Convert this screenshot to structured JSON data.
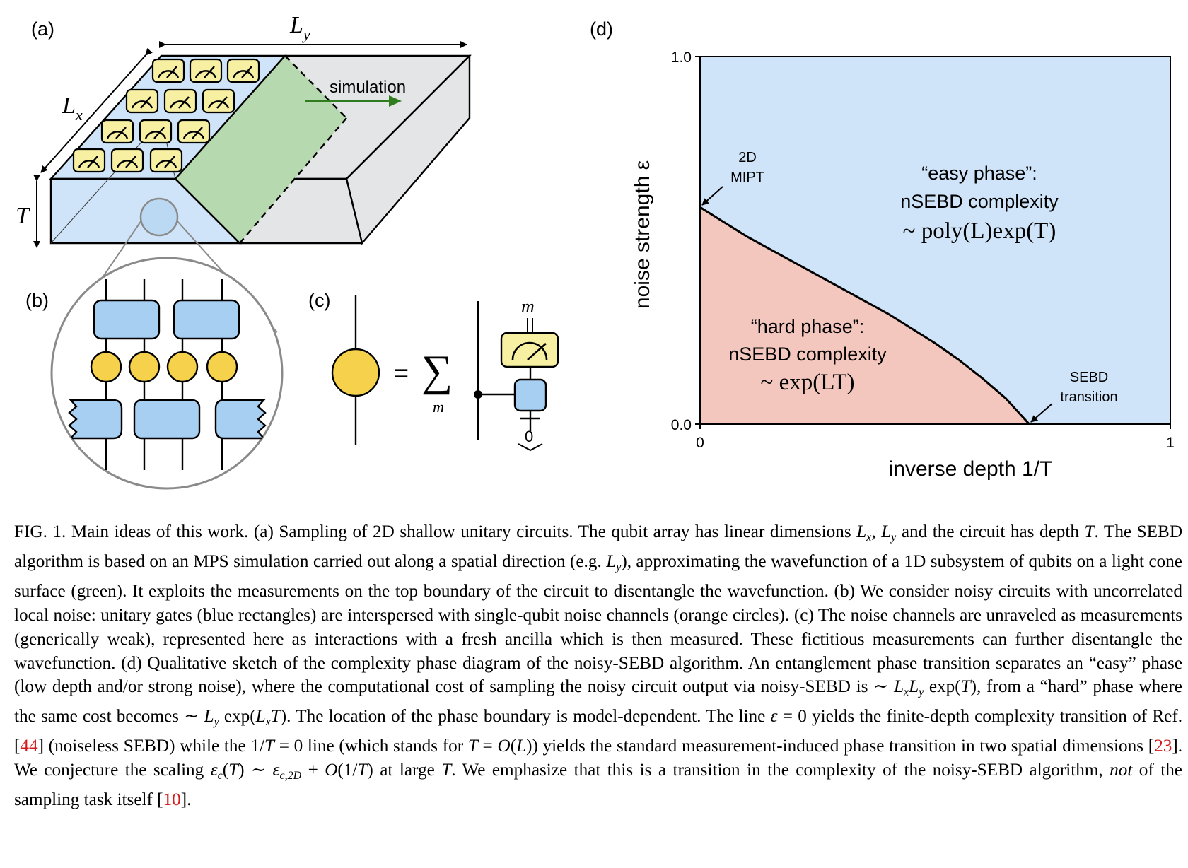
{
  "panels": {
    "a": {
      "label": "(a)",
      "dim_x": "L",
      "dim_x_sub": "x",
      "dim_y": "L",
      "dim_y_sub": "y",
      "dim_t": "T",
      "arrow_label": "simulation"
    },
    "b": {
      "label": "(b)"
    },
    "c": {
      "label": "(c)",
      "equals": "=",
      "sum": "∑",
      "sum_index": "m",
      "meas_label": "m",
      "ancilla_state": "0"
    },
    "d": {
      "label": "(d)",
      "hard_title": "“hard phase”:",
      "hard_line2": "nSEBD complexity",
      "hard_formula": "~ exp(LT)",
      "easy_title": "“easy phase”:",
      "easy_line2": "nSEBD complexity",
      "easy_formula": "~ poly(L)exp(T)",
      "mipt_line1": "2D",
      "mipt_line2": "MIPT",
      "sebd_line1": "SEBD",
      "sebd_line2": "transition"
    }
  },
  "chart_data": {
    "type": "area",
    "xlabel": "inverse depth 1/T",
    "ylabel": "noise strength ε",
    "xlim": [
      0,
      1
    ],
    "ylim": [
      0,
      1
    ],
    "xticks": [
      "0",
      "1"
    ],
    "yticks": [
      "0.0",
      "1.0"
    ],
    "boundary": {
      "x": [
        0,
        0.1,
        0.2,
        0.3,
        0.4,
        0.5,
        0.55,
        0.6,
        0.65,
        0.7
      ],
      "y": [
        0.59,
        0.51,
        0.44,
        0.37,
        0.3,
        0.22,
        0.175,
        0.125,
        0.07,
        0
      ]
    },
    "regions": [
      {
        "name": "hard",
        "color": "#f4c7be"
      },
      {
        "name": "easy",
        "color": "#cfe4f9"
      }
    ],
    "grid": false
  },
  "colors": {
    "easy": "#cfe4f9",
    "hard": "#f4c7be",
    "green": "#b7d9af",
    "box_side": "#e3e5e7",
    "gate": "#a7cff2",
    "noise": "#f6d24c",
    "meter": "#f7f0a2",
    "arrow": "#2f7d1f"
  },
  "caption": {
    "t1": "FIG. 1. Main ideas of this work. (a) Sampling of 2D shallow unitary circuits. The qubit array has linear dimensions ",
    "t2": ", ",
    "t3": " and the circuit has depth ",
    "t4": ". The SEBD algorithm is based on an MPS simulation carried out along a spatial direction (e.g. ",
    "t5": "), approximating the wavefunction of a 1D subsystem of qubits on a light cone surface (green). It exploits the measurements on the top boundary of the circuit to disentangle the wavefunction. (b) We consider noisy circuits with uncorrelated local noise: unitary gates (blue rectangles) are interspersed with single-qubit noise channels (orange circles). (c) The noise channels are unraveled as measurements (generically weak), represented here as interactions with a fresh ancilla which is then measured. These fictitious measurements can further disentangle the wavefunction. (d) Qualitative sketch of the complexity phase diagram of the noisy-SEBD algorithm. An entanglement phase transition separates an “easy” phase (low depth and/or strong noise), where the computational cost of sampling the noisy circuit output via noisy-SEBD is ∼ ",
    "t6": " exp(",
    "t7": "), from a “hard” phase where the same cost becomes ∼ ",
    "t8": " exp(",
    "t9": "). The location of the phase boundary is model-dependent. The line ",
    "t10": " = 0 yields the finite-depth complexity transition of Ref. [",
    "ref1": "44",
    "t11": "] (noiseless SEBD) while the 1/",
    "t12": " = 0 line (which stands for ",
    "t13": " = ",
    "t14": "(",
    "t15": ")) yields the standard measurement-induced phase transition in two spatial dimensions [",
    "ref2": "23",
    "t16": "]. We conjecture the scaling ",
    "t17": "(",
    "t18": ") ∼ ",
    "t19": " + ",
    "t20": "(1/",
    "t21": ") at large ",
    "t22": ". We emphasize that this is a transition in the complexity of the noisy-SEBD algorithm, ",
    "not": "not",
    "t23": " of the sampling task itself [",
    "ref3": "10",
    "t24": "].",
    "sym_L": "L",
    "sym_T": "T",
    "sym_O": "O",
    "sym_eps": "ε",
    "sub_x": "x",
    "sub_y": "y",
    "sub_c": "c",
    "sub_c2D": "c,2D"
  }
}
